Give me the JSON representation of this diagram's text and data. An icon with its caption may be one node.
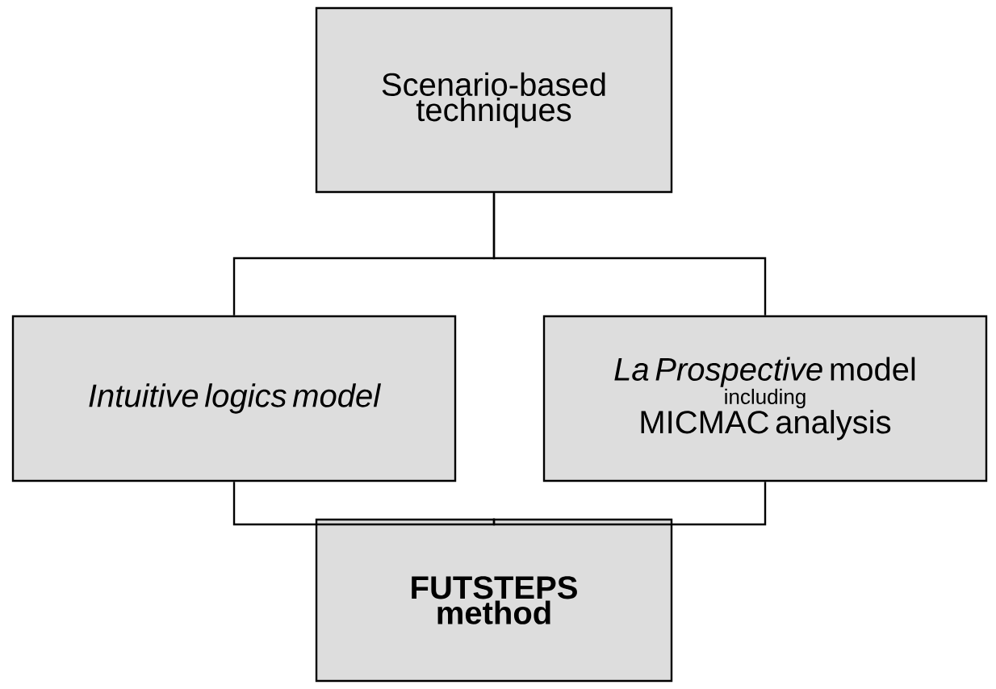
{
  "diagram": {
    "nodes": [
      {
        "text": [
          "Scenario-based techniques"
        ]
      },
      {
        "text": [
          "Intuitive logics model"
        ]
      },
      {
        "text": [
          "*La Prospective* model",
          "including",
          "MICMAC analysis"
        ]
      },
      {
        "text": [
          "FUTSTEPS method"
        ]
      }
    ],
    "edges": [
      {
        "from": 0,
        "to": 1,
        "arrow": "none"
      },
      {
        "from": 0,
        "to": 2,
        "arrow": "none"
      },
      {
        "from": 1,
        "to": 3,
        "arrow": "none"
      },
      {
        "from": 2,
        "to": 3,
        "arrow": "none"
      }
    ]
  }
}
